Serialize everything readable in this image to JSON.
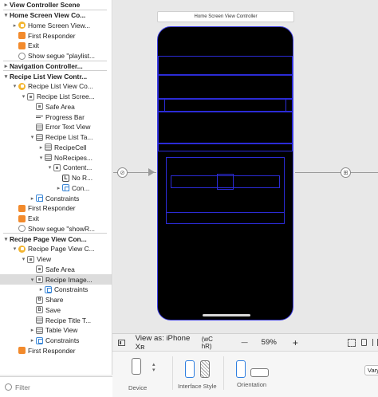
{
  "outline": {
    "rows": [
      {
        "label": "View Controller Scene",
        "disc": "▸",
        "indent": 0,
        "icon": "none",
        "scene": true
      },
      {
        "label": "Home Screen View Co...",
        "disc": "▾",
        "indent": 0,
        "icon": "none",
        "scene": true
      },
      {
        "label": "Home Screen View...",
        "disc": "▸",
        "indent": 1,
        "icon": "vc"
      },
      {
        "label": "First Responder",
        "disc": "",
        "indent": 1,
        "icon": "fr"
      },
      {
        "label": "Exit",
        "disc": "",
        "indent": 1,
        "icon": "exit"
      },
      {
        "label": "Show segue \"playlist...",
        "disc": "",
        "indent": 1,
        "icon": "segue"
      },
      {
        "label": "Navigation Controller...",
        "disc": "▸",
        "indent": 0,
        "icon": "none",
        "scene": true
      },
      {
        "label": "Recipe List View Contr...",
        "disc": "▾",
        "indent": 0,
        "icon": "none",
        "scene": true
      },
      {
        "label": "Recipe List View Co...",
        "disc": "▾",
        "indent": 1,
        "icon": "vc"
      },
      {
        "label": "Recipe List Scree...",
        "disc": "▾",
        "indent": 2,
        "icon": "view"
      },
      {
        "label": "Safe Area",
        "disc": "",
        "indent": 3,
        "icon": "view"
      },
      {
        "label": "Progress Bar",
        "disc": "",
        "indent": 3,
        "icon": "prog"
      },
      {
        "label": "Error Text View",
        "disc": "",
        "indent": 3,
        "icon": "list"
      },
      {
        "label": "Recipe List Ta...",
        "disc": "▾",
        "indent": 3,
        "icon": "list"
      },
      {
        "label": "RecipeCell",
        "disc": "▸",
        "indent": 4,
        "icon": "list"
      },
      {
        "label": "NoRecipes...",
        "disc": "▾",
        "indent": 4,
        "icon": "list"
      },
      {
        "label": "Content...",
        "disc": "▾",
        "indent": 5,
        "icon": "view"
      },
      {
        "label": "No R...",
        "disc": "",
        "indent": 6,
        "icon": "lbl",
        "glyph": "L"
      },
      {
        "label": "Con...",
        "disc": "▸",
        "indent": 6,
        "icon": "cons"
      },
      {
        "label": "Constraints",
        "disc": "▸",
        "indent": 3,
        "icon": "cons"
      },
      {
        "label": "First Responder",
        "disc": "",
        "indent": 1,
        "icon": "fr"
      },
      {
        "label": "Exit",
        "disc": "",
        "indent": 1,
        "icon": "exit"
      },
      {
        "label": "Show segue \"showR...",
        "disc": "",
        "indent": 1,
        "icon": "segue"
      },
      {
        "label": "Recipe Page View Con...",
        "disc": "▾",
        "indent": 0,
        "icon": "none",
        "scene": true
      },
      {
        "label": "Recipe Page View C...",
        "disc": "▾",
        "indent": 1,
        "icon": "vc"
      },
      {
        "label": "View",
        "disc": "▾",
        "indent": 2,
        "icon": "view"
      },
      {
        "label": "Safe Area",
        "disc": "",
        "indent": 3,
        "icon": "view"
      },
      {
        "label": "Recipe Image...",
        "disc": "▾",
        "indent": 3,
        "icon": "view",
        "selected": true
      },
      {
        "label": "Constraints",
        "disc": "▸",
        "indent": 4,
        "icon": "cons"
      },
      {
        "label": "Share",
        "disc": "",
        "indent": 3,
        "icon": "btn",
        "glyph": "B"
      },
      {
        "label": "Save",
        "disc": "",
        "indent": 3,
        "icon": "btn",
        "glyph": "B"
      },
      {
        "label": "Recipe Title T...",
        "disc": "",
        "indent": 3,
        "icon": "list"
      },
      {
        "label": "Table View",
        "disc": "▸",
        "indent": 3,
        "icon": "list"
      },
      {
        "label": "Constraints",
        "disc": "▸",
        "indent": 3,
        "icon": "cons"
      },
      {
        "label": "First Responder",
        "disc": "",
        "indent": 1,
        "icon": "fr"
      }
    ],
    "filter_placeholder": "Filter"
  },
  "canvas": {
    "scene_title": "Home Screen View Controller",
    "segue_left_icon": "segue-link-icon",
    "segue_right_icon": "segue-push-icon"
  },
  "viewas": {
    "label": "View as: iPhone Xʀ",
    "size_class": "(wC hR)",
    "minus": "—",
    "zoom": "59%",
    "plus": "+"
  },
  "device_panel": {
    "device_caption": "Device",
    "interface_caption": "Interface Style",
    "orientation_caption": "Orientation",
    "vary_label": "Vary"
  }
}
